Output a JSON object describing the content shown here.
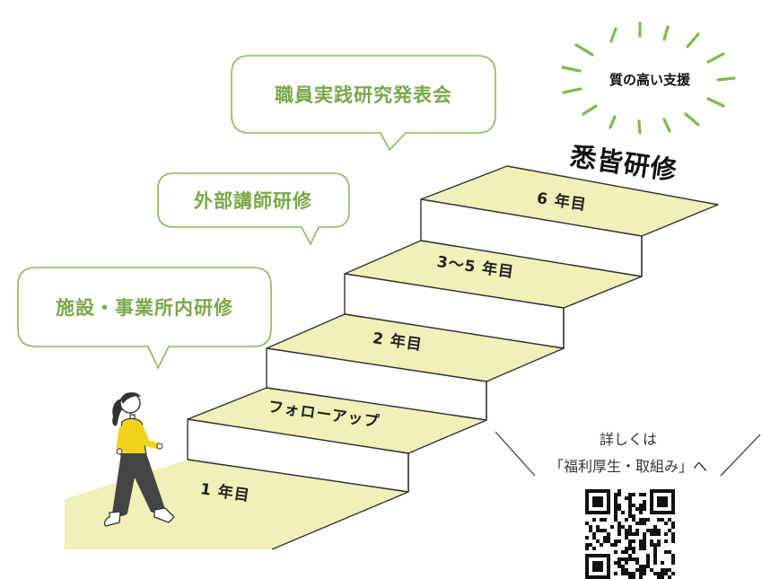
{
  "bubbles": [
    {
      "label": "職員実践研究発表会"
    },
    {
      "label": "外部講師研修"
    },
    {
      "label": "施設・事業所内研修"
    }
  ],
  "steps": [
    {
      "label": "1 年目"
    },
    {
      "label": "フォローアップ"
    },
    {
      "label": "2 年目"
    },
    {
      "label": "3〜5 年目"
    },
    {
      "label": "6 年目"
    }
  ],
  "title": "悉皆研修",
  "burst": {
    "label": "質の高い支援"
  },
  "note": {
    "line1": "詳しくは",
    "line2": "「福利厚生・取組み」へ"
  },
  "colors": {
    "step_fill": "#f0f0b8",
    "bubble_stroke": "#8bb85a",
    "burst": "#7bbd4a",
    "line": "#333333",
    "shirt": "#f2d31b"
  }
}
